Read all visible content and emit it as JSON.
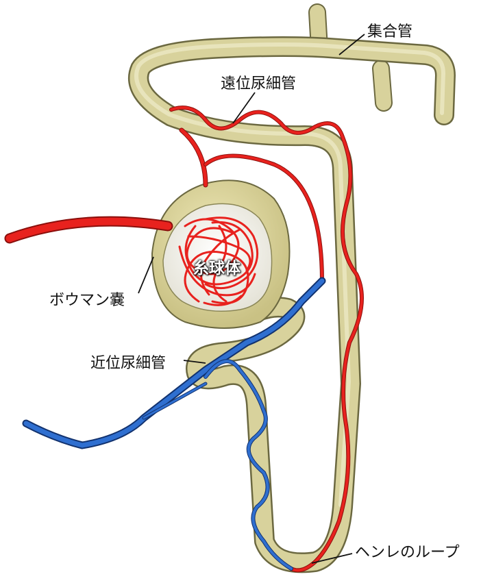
{
  "labels": {
    "collecting_duct": "集合管",
    "distal_tubule": "遠位尿細管",
    "bowman_capsule": "ボウマン嚢",
    "glomerulus": "糸球体",
    "proximal_tubule": "近位尿細管",
    "loop_of_henle": "ヘンレのループ"
  },
  "colors": {
    "tubule": "#d8d29c",
    "tubule_outline": "#6b6840",
    "artery": "#e8221e",
    "vein": "#2f6fd0",
    "background": "#ffffff",
    "leader_line": "#111111"
  }
}
